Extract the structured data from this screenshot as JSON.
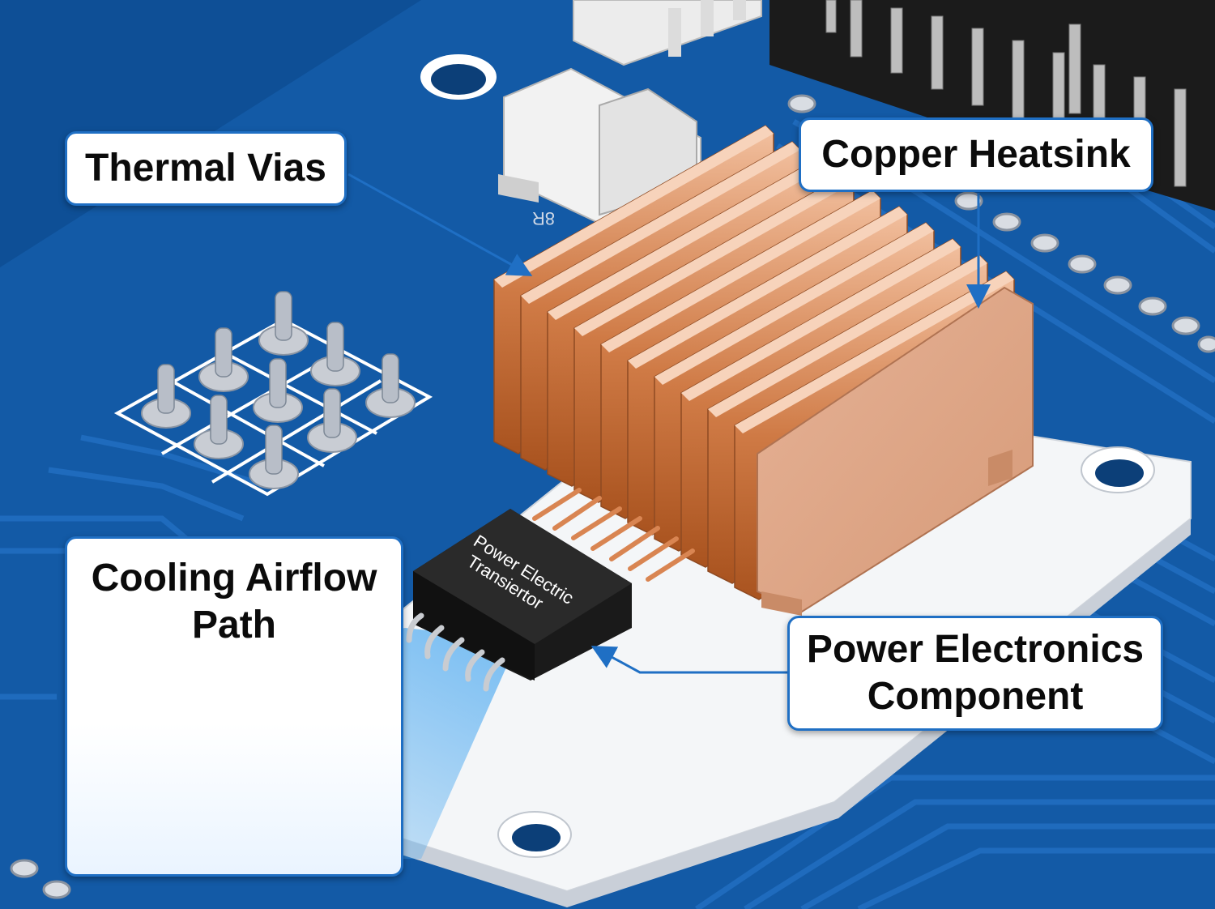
{
  "labels": {
    "thermal_vias": "Thermal Vias",
    "copper_heatsink": "Copper Heatsink",
    "power_electronics": [
      "Power Electronics",
      "Component"
    ],
    "cooling_airflow": [
      "Cooling Airflow",
      "Path"
    ]
  },
  "chip": {
    "marking_line1": "Power Electric",
    "marking_line2": "Transiertor"
  },
  "silkscreen": "8R",
  "colors": {
    "pcb": "#0e4f96",
    "pcb_trace": "#1a66b8",
    "copper": "#c8733f",
    "callout_border": "#1f6fc4",
    "airflow": "#2e8fe0"
  },
  "icons": [
    "arrow-right-icon"
  ]
}
